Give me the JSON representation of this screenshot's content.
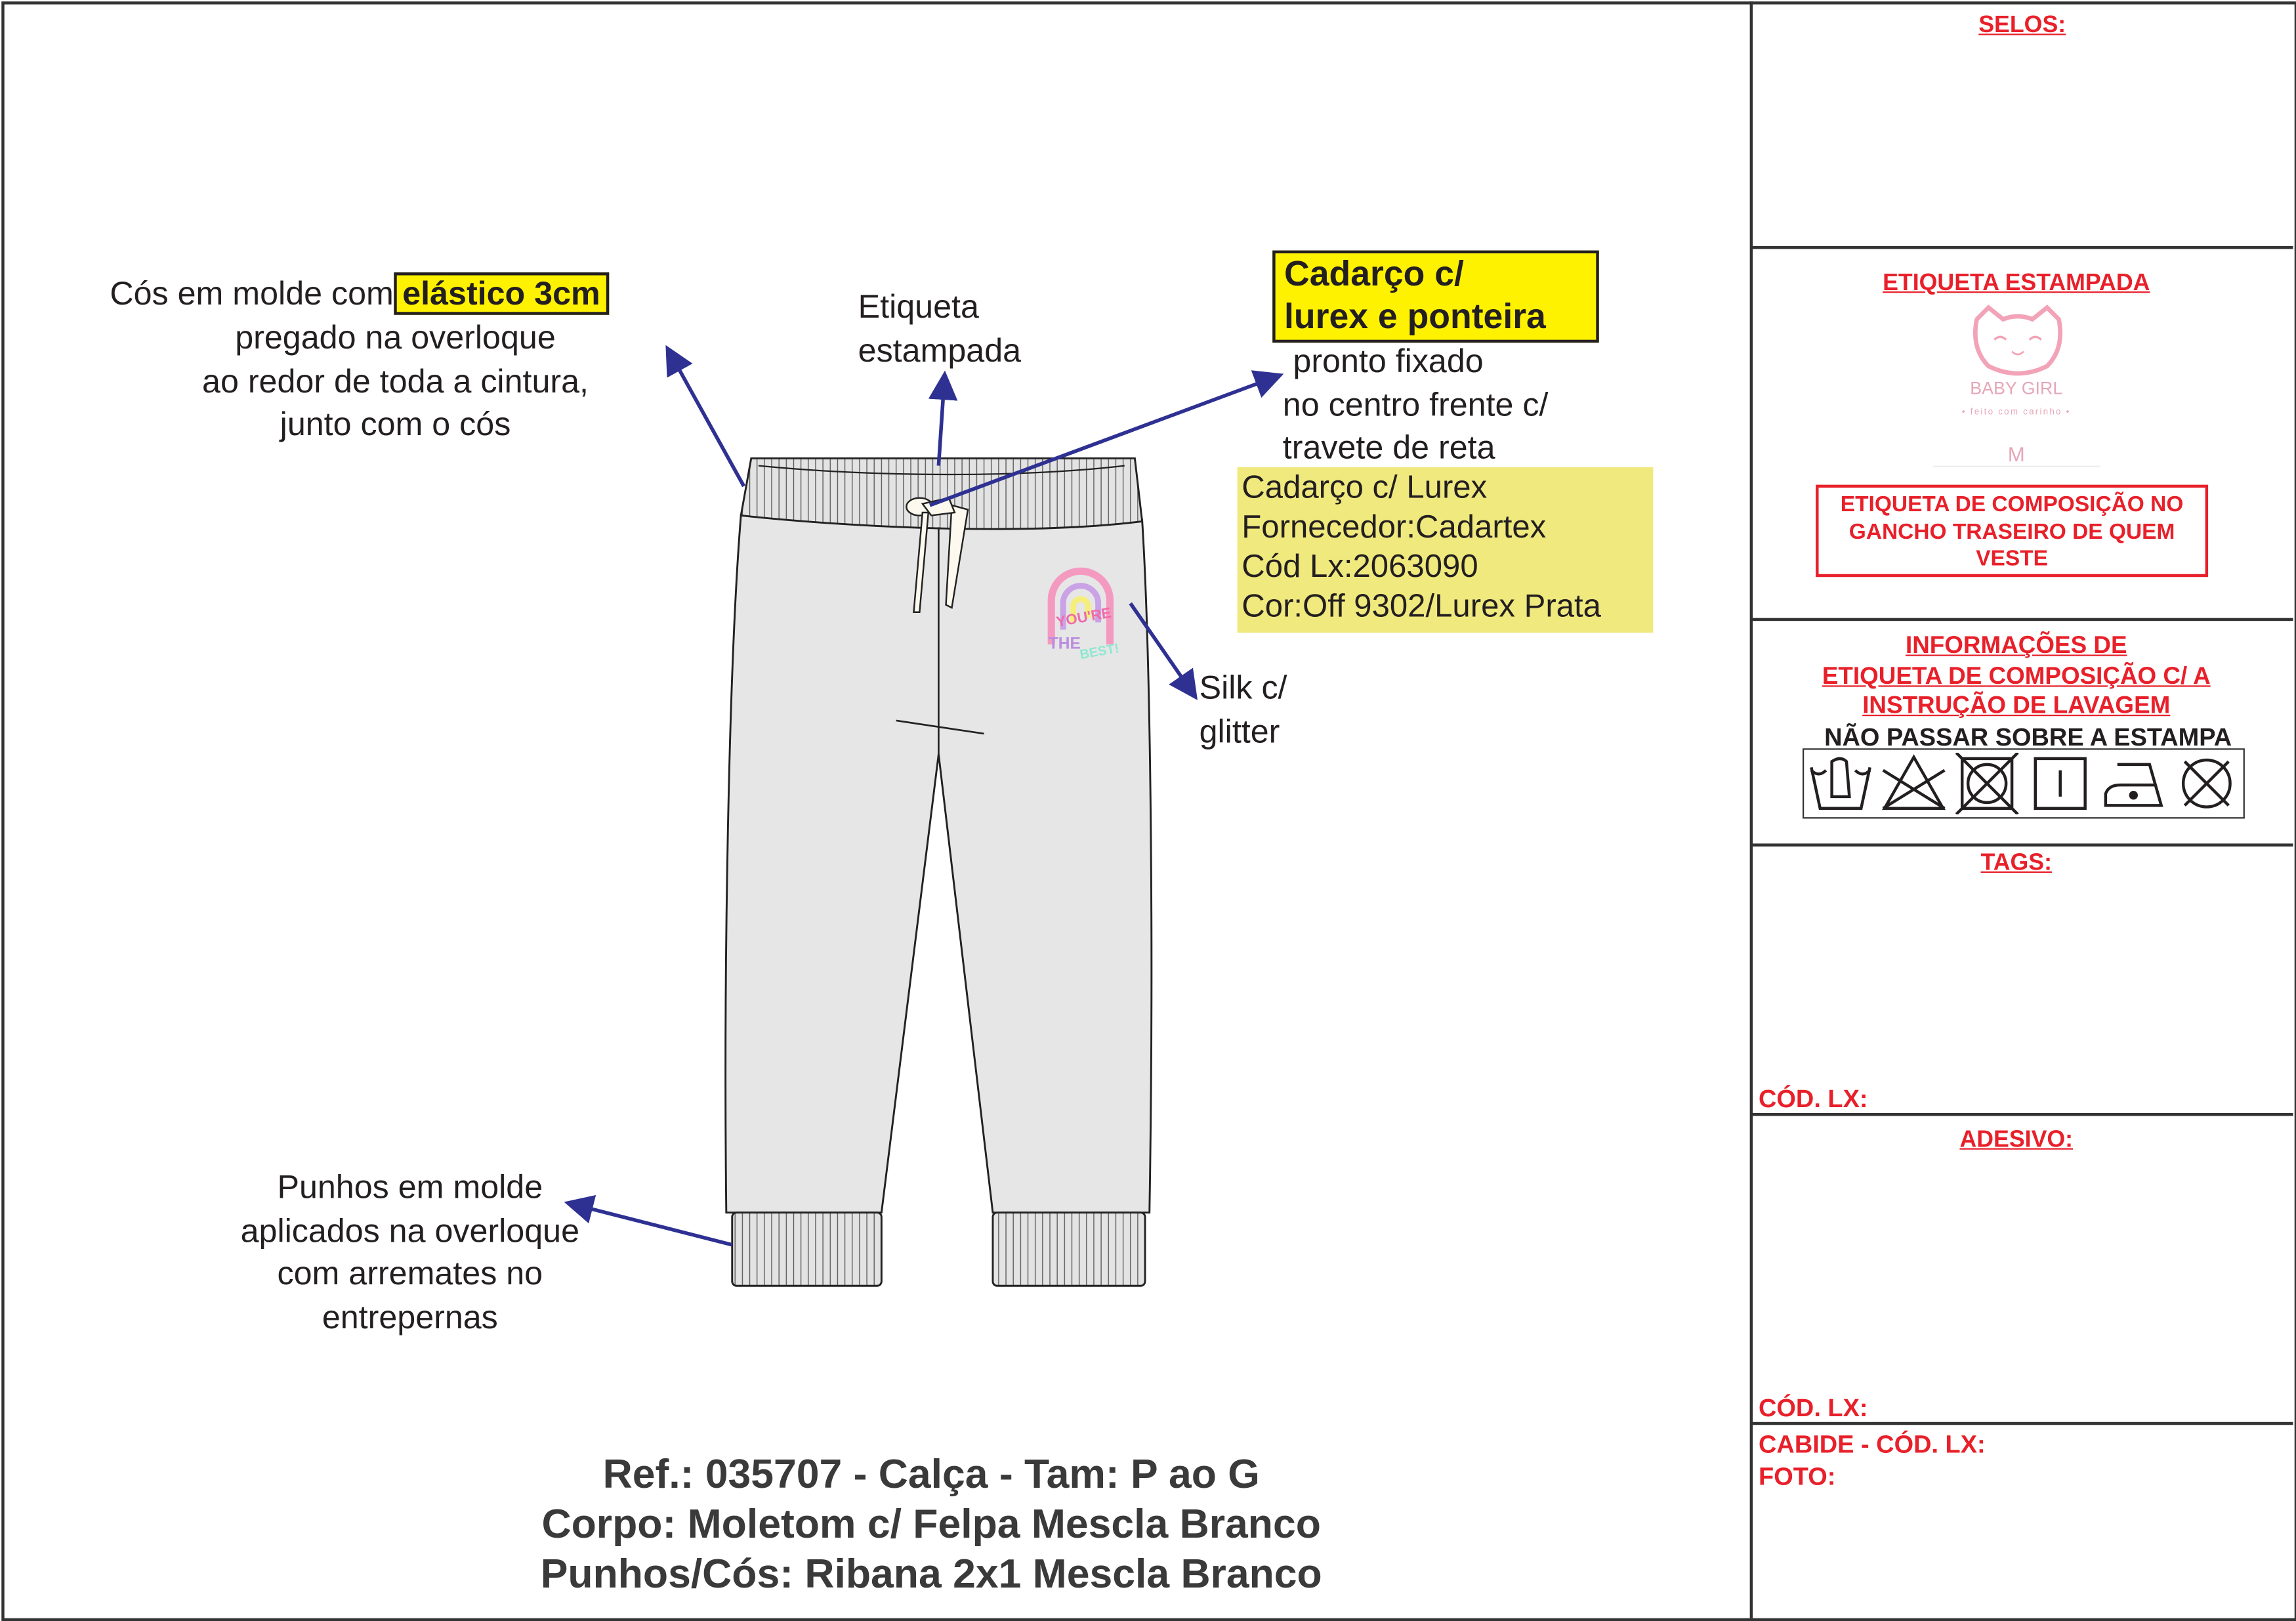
{
  "annotations": {
    "waist_prefix": "Cós em molde com",
    "waist_highlight": "elástico 3cm",
    "waist_lines": [
      "pregado na overloque",
      "ao redor de toda a cintura,",
      "junto com o cós"
    ],
    "label_lines": [
      "Etiqueta",
      "estampada"
    ],
    "drawcord_highlight": [
      "Cadarço c/",
      "lurex e ponteira"
    ],
    "drawcord_lines": [
      "pronto fixado",
      "no centro frente c/",
      "travete de reta"
    ],
    "drawcord_info": [
      "Cadarço c/ Lurex",
      "Fornecedor:Cadartex",
      "Cód Lx:2063090",
      "Cor:Off 9302/Lurex Prata"
    ],
    "print_lines": [
      "Silk c/",
      "glitter"
    ],
    "cuff_lines": [
      "Punhos em molde",
      "aplicados na overloque",
      "com arremates no",
      "entrepernas"
    ]
  },
  "title": {
    "ref": "Ref.: 035707 - Calça - Tam: P ao G",
    "body": "Corpo: Moletom c/ Felpa Mescla Branco",
    "cuffs": "Punhos/Cós: Ribana 2x1 Mescla Branco"
  },
  "print_text": "YOU'RE THE BEST!",
  "panel": {
    "selos": "SELOS:",
    "etiqueta_estampada": "ETIQUETA ESTAMPADA",
    "logo_text": "BABY GIRL",
    "logo_tagline": "• feito com carinho •",
    "logo_size": "M",
    "composition_box": [
      "ETIQUETA DE COMPOSIÇÃO NO",
      "GANCHO TRASEIRO DE QUEM",
      "VESTE"
    ],
    "info_heading": [
      "INFORMAÇÕES DE",
      "ETIQUETA DE COMPOSIÇÃO C/ A",
      "INSTRUÇÃO DE LAVAGEM"
    ],
    "warning": "NÃO PASSAR SOBRE A ESTAMPA",
    "care_symbols": [
      "hand-wash-icon",
      "no-bleach-icon",
      "no-tumble-dry-icon",
      "line-dry-icon",
      "iron-low-icon",
      "no-dry-clean-icon"
    ],
    "tags": "TAGS:",
    "cod_lx_1": "CÓD. LX:",
    "adesivo": "ADESIVO:",
    "cod_lx_2": "CÓD. LX:",
    "cabide": "CABIDE - CÓD. LX:",
    "foto": "FOTO:"
  },
  "colors": {
    "accent_red": "#e8202a",
    "arrow_blue": "#2e3192",
    "highlight_yellow": "#fff200",
    "info_yellow": "#f0e97e",
    "fabric": "#e6e6e6"
  }
}
